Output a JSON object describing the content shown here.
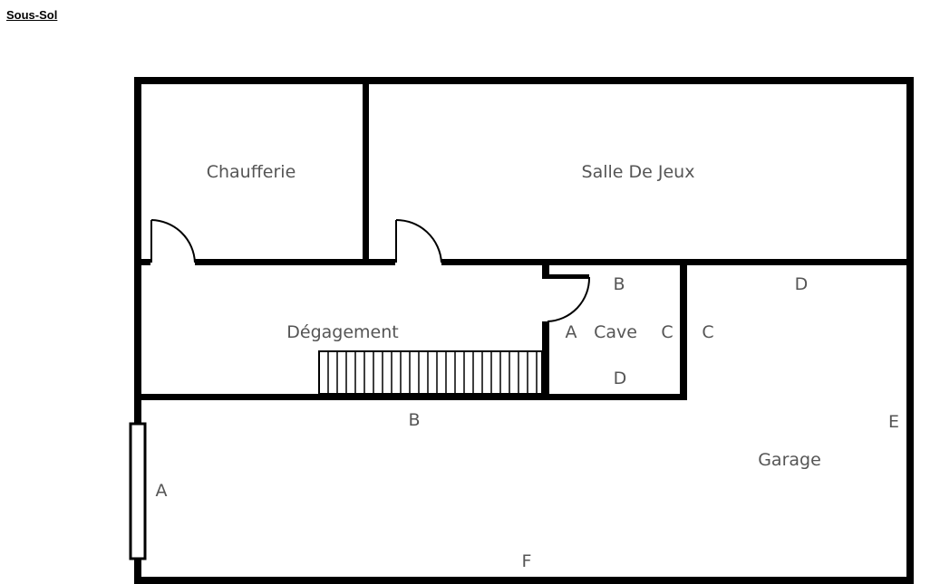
{
  "title": "Sous-Sol",
  "rooms": {
    "chaufferie": "Chaufferie",
    "salle_de_jeux": "Salle De Jeux",
    "degagement": "Dégagement",
    "cave": "Cave",
    "garage": "Garage"
  },
  "markers": {
    "cave_a": "A",
    "cave_b": "B",
    "cave_c": "C",
    "cave_d": "D",
    "garage_a": "A",
    "garage_b": "B",
    "garage_c": "C",
    "garage_d": "D",
    "garage_e": "E",
    "garage_f": "F"
  },
  "colors": {
    "wall": "#000000",
    "label": "#555555"
  }
}
